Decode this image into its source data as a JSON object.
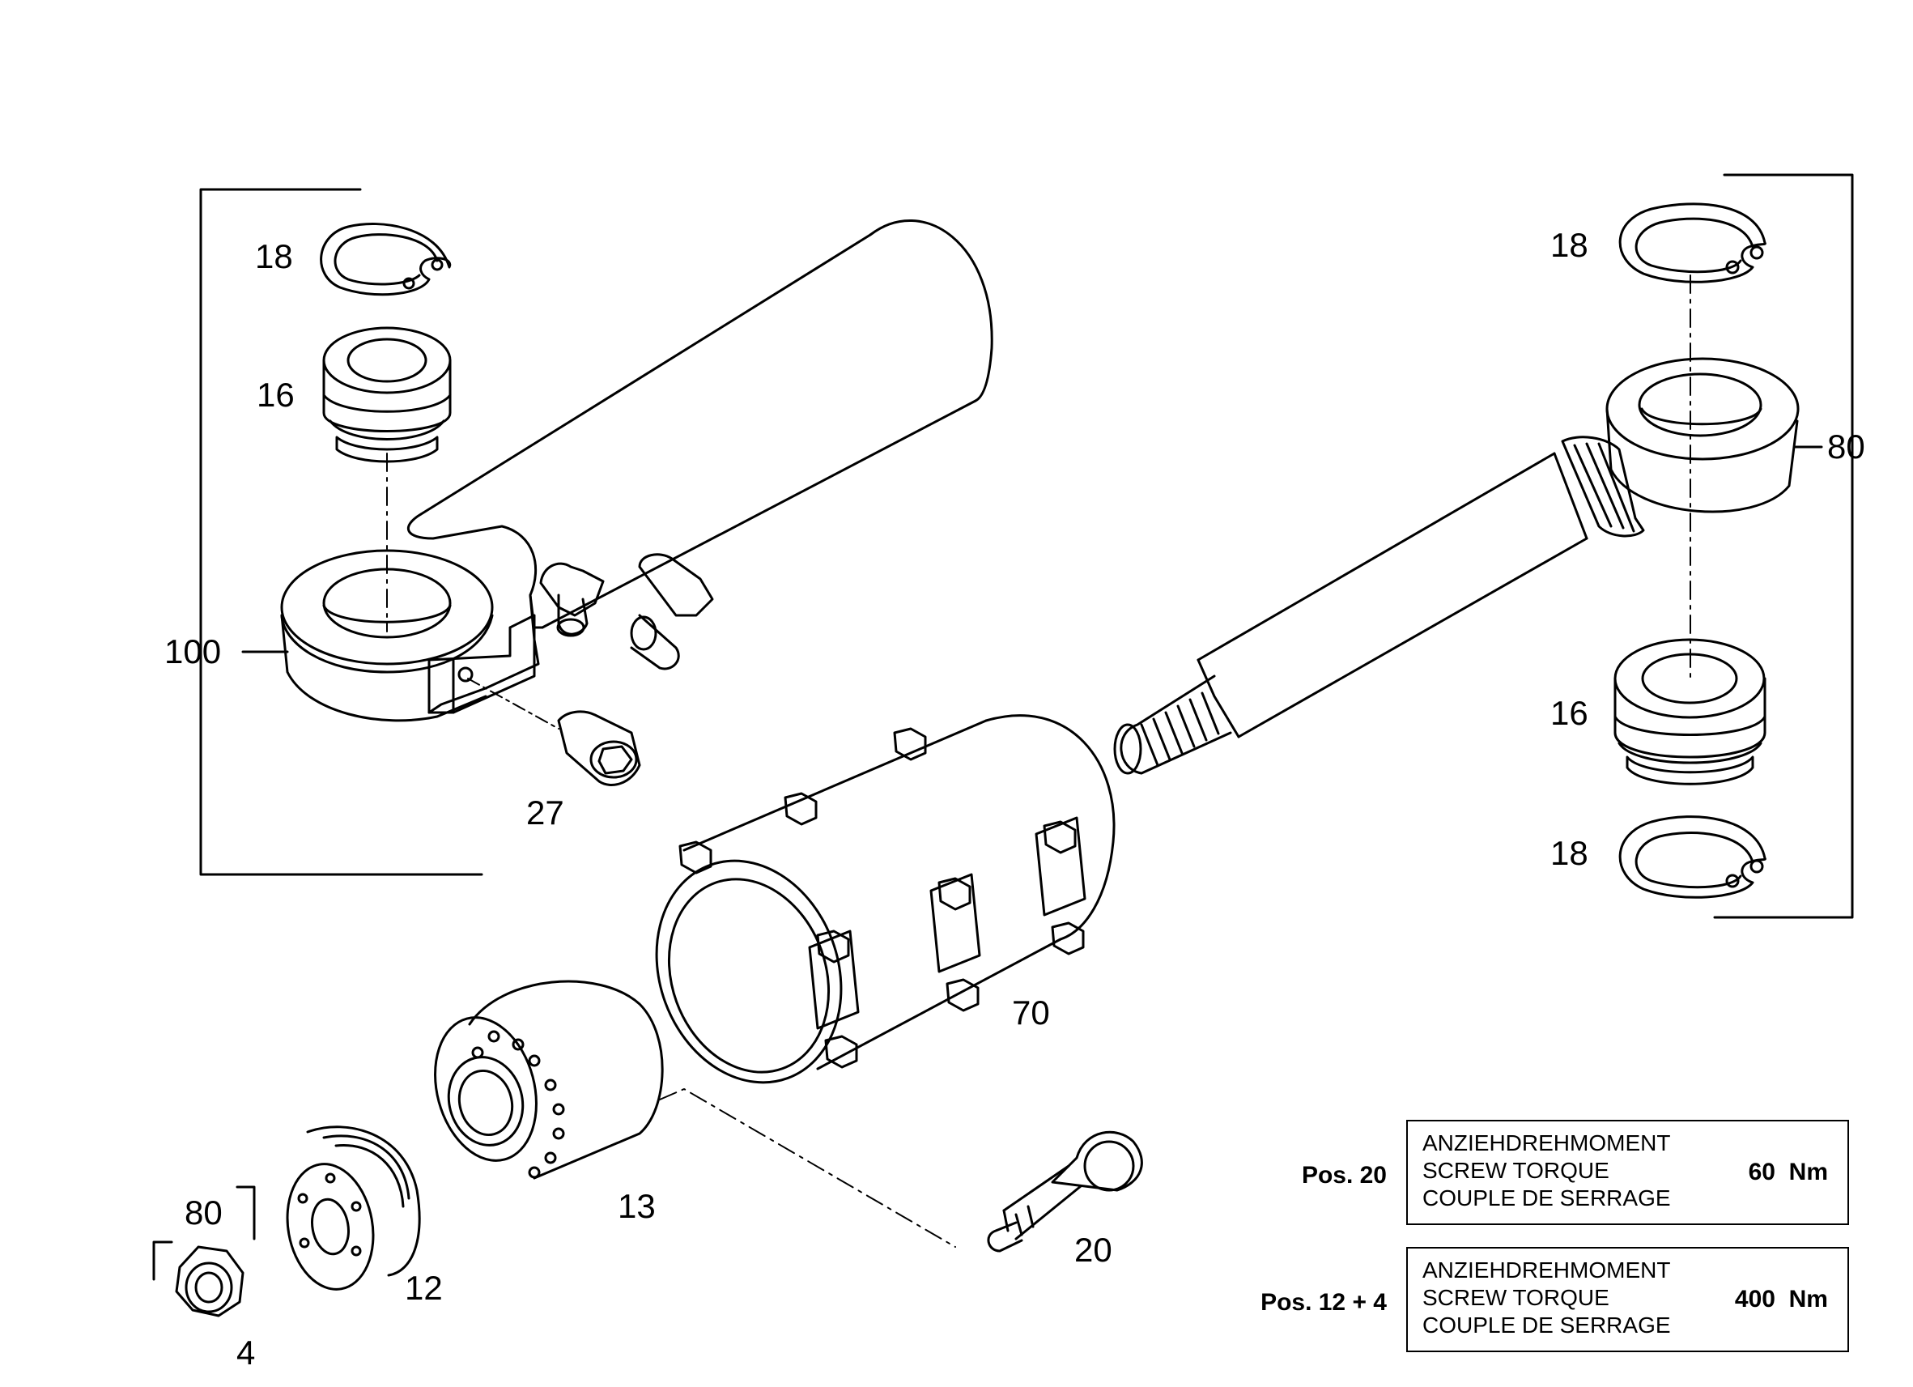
{
  "callouts": {
    "c18_left": "18",
    "c16_left": "16",
    "c100": "100",
    "c27": "27",
    "c18_right_top": "18",
    "c80_right": "80",
    "c16_right": "16",
    "c18_right_bottom": "18",
    "c70": "70",
    "c13": "13",
    "c20": "20",
    "c80_bottom": "80",
    "c12": "12",
    "c4": "4"
  },
  "torque_specs": [
    {
      "position": "Pos. 20",
      "lines": [
        "ANZIEHDREHMOMENT",
        "SCREW TORQUE",
        "COUPLE DE SERRAGE"
      ],
      "value": "60  Nm"
    },
    {
      "position": "Pos. 12 + 4",
      "lines": [
        "ANZIEHDREHMOMENT",
        "SCREW TORQUE",
        "COUPLE DE SERRAGE"
      ],
      "value": "400  Nm"
    }
  ]
}
